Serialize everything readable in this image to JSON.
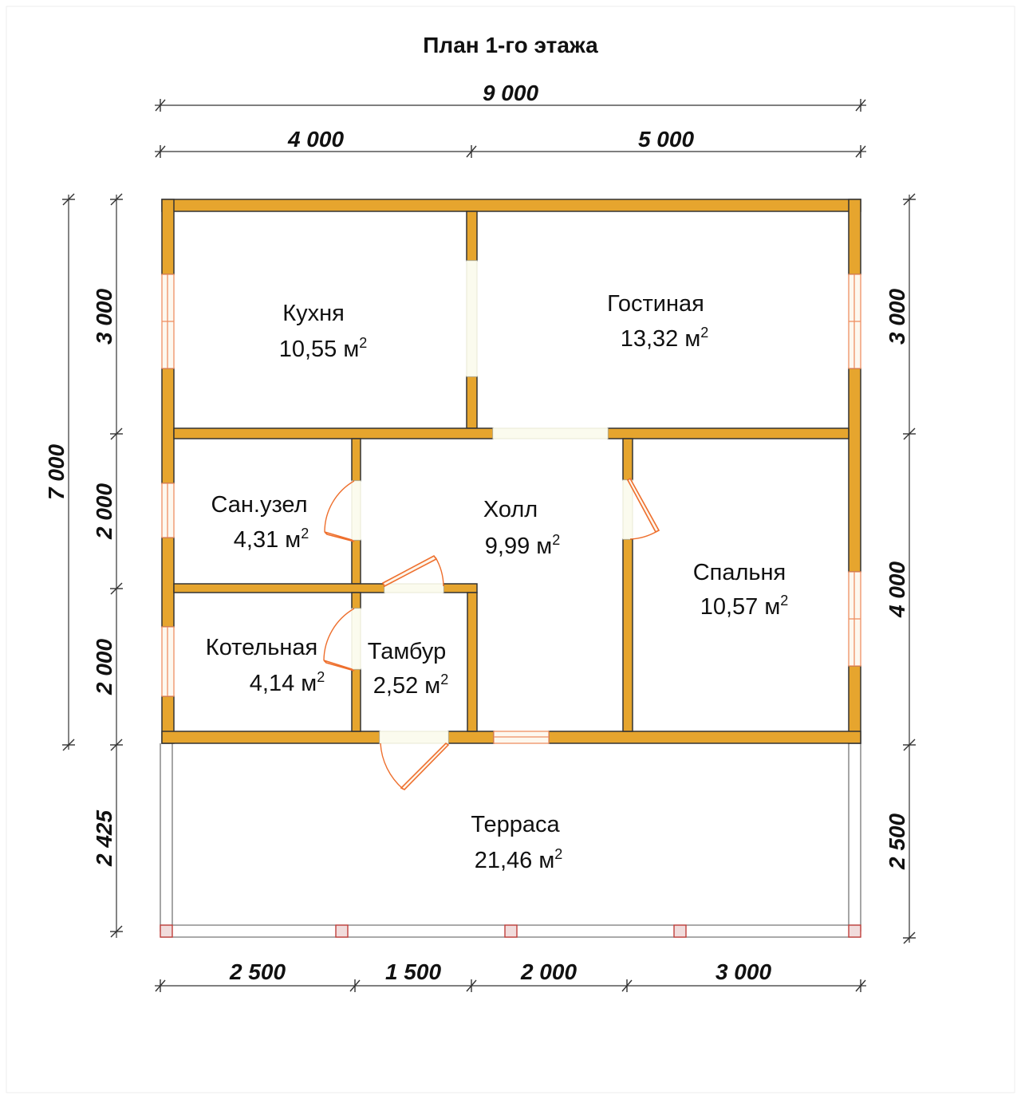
{
  "plan": {
    "title": "План 1-го этажа"
  },
  "dimensions": {
    "top_total": "9 000",
    "top_left": "4 000",
    "top_right": "5 000",
    "left_total": "7 000",
    "left_1": "3 000",
    "left_2": "2 000",
    "left_3": "2 000",
    "left_4": "2 425",
    "right_1": "3 000",
    "right_2": "4 000",
    "right_3": "2 500",
    "bottom_1": "2 500",
    "bottom_2": "1 500",
    "bottom_3": "2 000",
    "bottom_4": "3 000"
  },
  "rooms": {
    "kitchen": {
      "name": "Кухня",
      "area": "10,55 м",
      "sup": "2"
    },
    "living": {
      "name": "Гостиная",
      "area": "13,32 м",
      "sup": "2"
    },
    "bathroom": {
      "name": "Сан.узел",
      "area": "4,31 м",
      "sup": "2"
    },
    "hall": {
      "name": "Холл",
      "area": "9,99 м",
      "sup": "2"
    },
    "bedroom": {
      "name": "Спальня",
      "area": "10,57 м",
      "sup": "2"
    },
    "boiler": {
      "name": "Котельная",
      "area": "4,14 м",
      "sup": "2"
    },
    "vestibule": {
      "name": "Тамбур",
      "area": "2,52 м",
      "sup": "2"
    },
    "terrace": {
      "name": "Терраса",
      "area": "21,46 м",
      "sup": "2"
    }
  },
  "colors": {
    "wall": "#e6a52e",
    "door": "#ee6f2d",
    "post": "#c0403c"
  }
}
